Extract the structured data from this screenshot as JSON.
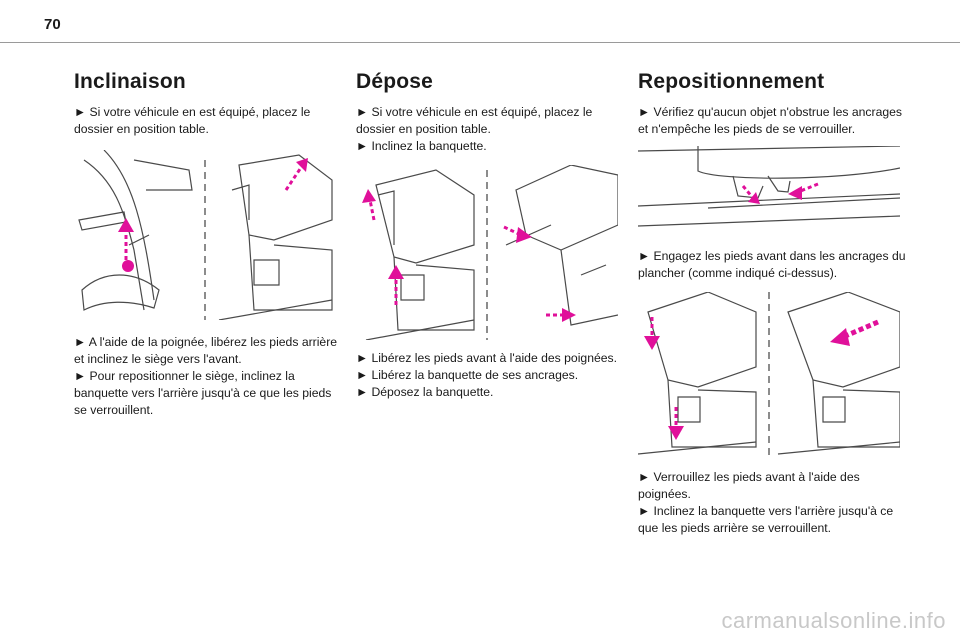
{
  "page": {
    "number": "70",
    "watermark": "carmanualsonline.info"
  },
  "sections": [
    {
      "title": "Inclinaison",
      "intro": [
        "► Si votre véhicule en est équipé, placez le dossier en position table."
      ],
      "body": [
        "► A l'aide de la poignée, libérez les pieds arrière et inclinez le siège vers l'avant.",
        "► Pour repositionner le siège, inclinez la banquette vers l'arrière jusqu'à ce que les pieds se verrouillent."
      ]
    },
    {
      "title": "Dépose",
      "intro": [
        "► Si votre véhicule en est équipé, placez le dossier en position table.",
        "► Inclinez la banquette."
      ],
      "body": [
        "► Libérez les pieds avant à l'aide des poignées.",
        "► Libérez la banquette de ses ancrages.",
        "► Déposez la banquette."
      ]
    },
    {
      "title": "Repositionnement",
      "intro": [
        "► Vérifiez qu'aucun objet n'obstrue les ancrages et n'empêche les pieds de se verrouiller."
      ],
      "middle": [
        "► Engagez les pieds avant dans les ancrages du plancher (comme indiqué ci-dessus)."
      ],
      "body": [
        "► Verrouillez les pieds avant à l'aide des poignées.",
        "► Inclinez la banquette vers l'arrière jusqu'à ce que les pieds arrière se verrouillent."
      ]
    }
  ],
  "colors": {
    "accent_arrow": "#e0109a",
    "line_art": "#4a4a4a",
    "rule": "#9a9a9a"
  }
}
